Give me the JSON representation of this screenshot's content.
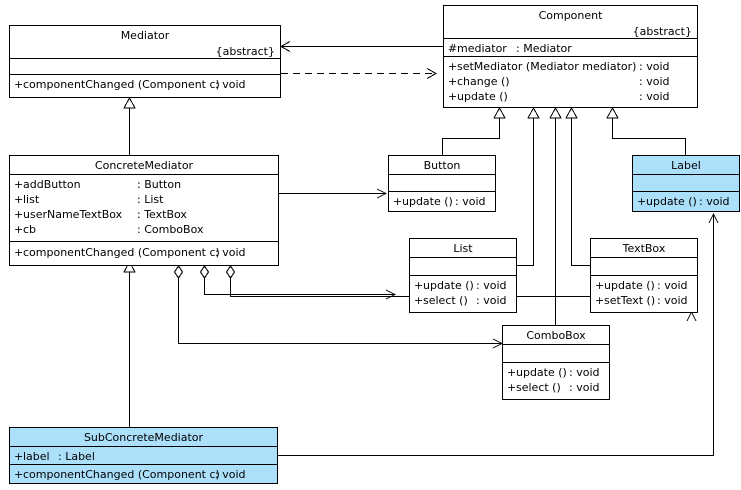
{
  "diagram": {
    "title": "Mediator pattern class diagram",
    "colors": {
      "highlight": "#ace0fa",
      "line": "#000000",
      "background": "#ffffff"
    },
    "classes": [
      {
        "id": "mediator",
        "name": "Mediator",
        "stereotype": "{abstract}",
        "highlight": false,
        "attributes": [],
        "operations": [
          {
            "visibility": "+",
            "name": "componentChanged (Component c)",
            "type": ": void"
          }
        ]
      },
      {
        "id": "component",
        "name": "Component",
        "stereotype": "{abstract}",
        "highlight": false,
        "attributes": [
          {
            "visibility": "#",
            "name": "mediator",
            "type": ": Mediator"
          }
        ],
        "operations": [
          {
            "visibility": "+",
            "name": "setMediator (Mediator mediator)",
            "type": ": void"
          },
          {
            "visibility": "+",
            "name": "change ()",
            "type": ": void"
          },
          {
            "visibility": "+",
            "name": "update ()",
            "type": ": void"
          }
        ]
      },
      {
        "id": "concretemediator",
        "name": "ConcreteMediator",
        "stereotype": "",
        "highlight": false,
        "attributes": [
          {
            "visibility": "+",
            "name": "addButton",
            "type": ": Button"
          },
          {
            "visibility": "+",
            "name": "list",
            "type": ": List"
          },
          {
            "visibility": "+",
            "name": "userNameTextBox",
            "type": ": TextBox"
          },
          {
            "visibility": "+",
            "name": "cb",
            "type": ": ComboBox"
          }
        ],
        "operations": [
          {
            "visibility": "+",
            "name": "componentChanged (Component c)",
            "type": ": void"
          }
        ]
      },
      {
        "id": "subconcretemediator",
        "name": "SubConcreteMediator",
        "stereotype": "",
        "highlight": true,
        "attributes": [
          {
            "visibility": "+",
            "name": "label",
            "type": ": Label"
          }
        ],
        "operations": [
          {
            "visibility": "+",
            "name": "componentChanged (Component c)",
            "type": ": void"
          }
        ]
      },
      {
        "id": "button",
        "name": "Button",
        "stereotype": "",
        "highlight": false,
        "attributes": [],
        "operations": [
          {
            "visibility": "+",
            "name": "update ()",
            "type": ": void"
          }
        ]
      },
      {
        "id": "label",
        "name": "Label",
        "stereotype": "",
        "highlight": true,
        "attributes": [],
        "operations": [
          {
            "visibility": "+",
            "name": "update ()",
            "type": ": void"
          }
        ]
      },
      {
        "id": "list",
        "name": "List",
        "stereotype": "",
        "highlight": false,
        "attributes": [],
        "operations": [
          {
            "visibility": "+",
            "name": "update ()",
            "type": ": void"
          },
          {
            "visibility": "+",
            "name": "select ()",
            "type": ": void"
          }
        ]
      },
      {
        "id": "textbox",
        "name": "TextBox",
        "stereotype": "",
        "highlight": false,
        "attributes": [],
        "operations": [
          {
            "visibility": "+",
            "name": "update ()",
            "type": ": void"
          },
          {
            "visibility": "+",
            "name": "setText ()",
            "type": ": void"
          }
        ]
      },
      {
        "id": "combobox",
        "name": "ComboBox",
        "stereotype": "",
        "highlight": false,
        "attributes": [],
        "operations": [
          {
            "visibility": "+",
            "name": "update ()",
            "type": ": void"
          },
          {
            "visibility": "+",
            "name": "select ()",
            "type": ": void"
          }
        ]
      }
    ],
    "relations": [
      {
        "from": "component",
        "to": "mediator",
        "kind": "aggregation-directed"
      },
      {
        "from": "mediator",
        "to": "component",
        "kind": "dependency"
      },
      {
        "from": "concretemediator",
        "to": "mediator",
        "kind": "generalization"
      },
      {
        "from": "subconcretemediator",
        "to": "concretemediator",
        "kind": "generalization"
      },
      {
        "from": "button",
        "to": "component",
        "kind": "generalization"
      },
      {
        "from": "list",
        "to": "component",
        "kind": "generalization"
      },
      {
        "from": "combobox",
        "to": "component",
        "kind": "generalization"
      },
      {
        "from": "textbox",
        "to": "component",
        "kind": "generalization"
      },
      {
        "from": "label",
        "to": "component",
        "kind": "generalization"
      },
      {
        "from": "concretemediator",
        "to": "button",
        "kind": "aggregation-directed"
      },
      {
        "from": "concretemediator",
        "to": "list",
        "kind": "aggregation-directed"
      },
      {
        "from": "concretemediator",
        "to": "textbox",
        "kind": "aggregation-directed"
      },
      {
        "from": "concretemediator",
        "to": "combobox",
        "kind": "aggregation-directed"
      },
      {
        "from": "subconcretemediator",
        "to": "label",
        "kind": "aggregation-directed"
      }
    ]
  }
}
